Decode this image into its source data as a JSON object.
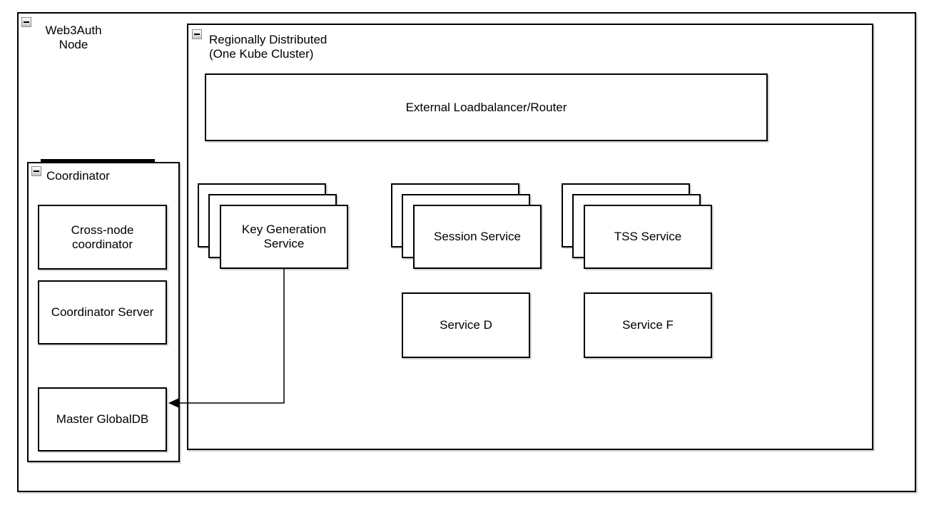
{
  "canvas": {
    "background": "#ffffff"
  },
  "colors": {
    "stroke": "#000000",
    "fill": "#ffffff",
    "shadow": "#d6d6d6",
    "collapse_button_border": "#8f8f8f"
  },
  "icons": {
    "collapse": "minus"
  },
  "groups": {
    "web3auth": {
      "label": "Web3Auth\nNode"
    },
    "kube": {
      "label": "Regionally Distributed\n(One Kube Cluster)"
    },
    "coordinator": {
      "label": "Coordinator"
    }
  },
  "nodes": {
    "loadbalancer": {
      "label": "External Loadbalancer/Router"
    },
    "key_generation": {
      "label": "Key Generation\nService",
      "replicas": 3
    },
    "session": {
      "label": "Session Service",
      "replicas": 3
    },
    "tss": {
      "label": "TSS Service",
      "replicas": 3
    },
    "service_d": {
      "label": "Service D"
    },
    "service_f": {
      "label": "Service F"
    },
    "cross_node": {
      "label": "Cross-node\ncoordinator"
    },
    "coordinator_server": {
      "label": "Coordinator Server"
    },
    "master_globaldb": {
      "label": "Master GlobalDB"
    }
  },
  "edges": [
    {
      "from": "Key Generation Service",
      "to": "Master GlobalDB",
      "type": "orthogonal",
      "arrow": "target"
    }
  ]
}
